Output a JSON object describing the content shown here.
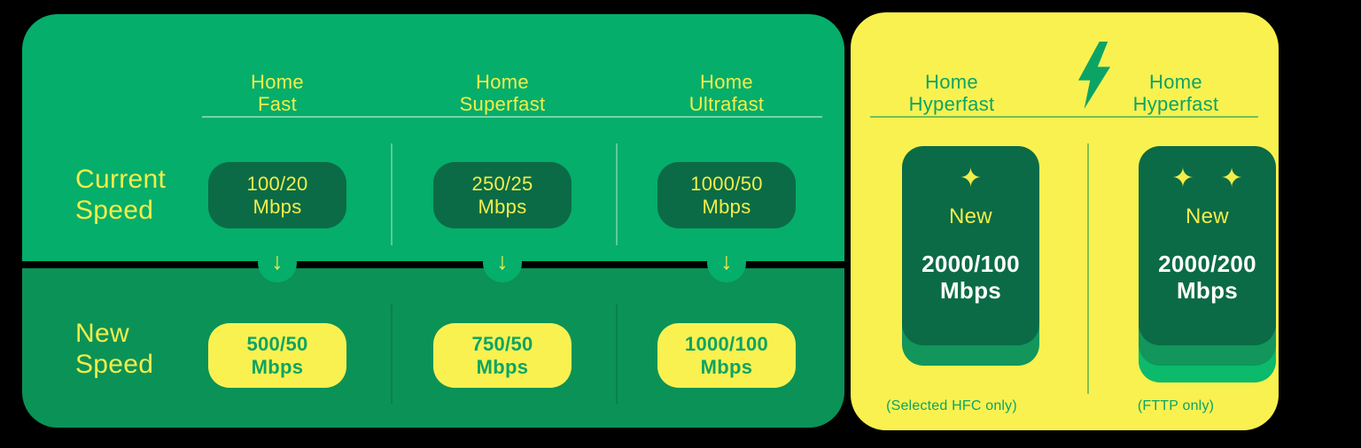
{
  "colors": {
    "background": "#000000",
    "panel_green": "#05AE6A",
    "panel_green_deep": "#0B9257",
    "card_dark_green": "#0B6B46",
    "card_mid_green": "#12965B",
    "card_bright_green": "#0CBA6C",
    "brand_yellow": "#F9F150",
    "text_yellow": "#F2ED4B",
    "text_green": "#0CA465",
    "text_white": "#FFFFFF"
  },
  "left_panel": {
    "current_row": {
      "label_line1": "Current",
      "label_line2": "Speed"
    },
    "new_row": {
      "label_line1": "New",
      "label_line2": "Speed"
    },
    "arrow_glyph": "↓",
    "columns": [
      {
        "heading_line1": "Home",
        "heading_line2": "Fast",
        "current_line1": "100/20",
        "current_line2": "Mbps",
        "new_line1": "500/50",
        "new_line2": "Mbps"
      },
      {
        "heading_line1": "Home",
        "heading_line2": "Superfast",
        "current_line1": "250/25",
        "current_line2": "Mbps",
        "new_line1": "750/50",
        "new_line2": "Mbps"
      },
      {
        "heading_line1": "Home",
        "heading_line2": "Ultrafast",
        "current_line1": "1000/50",
        "current_line2": "Mbps",
        "new_line1": "1000/100",
        "new_line2": "Mbps"
      }
    ]
  },
  "right_panel": {
    "bolt_icon": "lightning-bolt",
    "sparkle_glyph": "✦",
    "columns": [
      {
        "heading_line1": "Home",
        "heading_line2": "Hyperfast",
        "badge": "New",
        "speed_line1": "2000/100",
        "speed_line2": "Mbps",
        "footnote": "(Selected HFC only)",
        "sparkles": 1
      },
      {
        "heading_line1": "Home",
        "heading_line2": "Hyperfast",
        "badge": "New",
        "speed_line1": "2000/200",
        "speed_line2": "Mbps",
        "footnote": "(FTTP only)",
        "sparkles": 2
      }
    ]
  }
}
